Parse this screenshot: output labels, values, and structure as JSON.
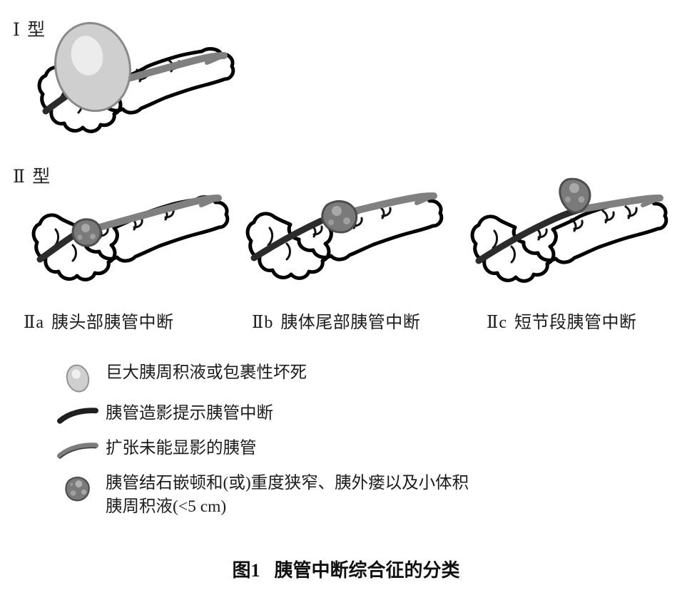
{
  "figure": {
    "title_number": "图1",
    "title_text": "胰管中断综合征的分类",
    "type_1_label": "Ⅰ 型",
    "type_2_label": "Ⅱ 型"
  },
  "panels": [
    {
      "id": "type1",
      "caption": "",
      "roman": "Ⅰ",
      "feature": "巨大胰周积液或包裹性坏死"
    },
    {
      "id": "type2a",
      "roman": "Ⅱa",
      "caption": "胰头部胰管中断"
    },
    {
      "id": "type2b",
      "roman": "Ⅱb",
      "caption": "胰体尾部胰管中断"
    },
    {
      "id": "type2c",
      "roman": "Ⅱc",
      "caption": "短节段胰管中断"
    }
  ],
  "legend": [
    {
      "icon": "large-fluid-collection-ellipse-icon",
      "label": "巨大胰周积液或包裹性坏死"
    },
    {
      "icon": "opacified-duct-black-line-icon",
      "label": "胰管造影提示胰管中断"
    },
    {
      "icon": "nonopacified-duct-gray-line-icon",
      "label": "扩张未能显影的胰管"
    },
    {
      "icon": "stone-stricture-nodule-icon",
      "label": "胰管结石嵌顿和(或)重度狭窄、胰外瘘以及小体积\n胰周积液(<5 cm)"
    }
  ],
  "colors": {
    "outline": "#000000",
    "organ_fill": "#ffffff",
    "duct_opacified": "#2b2b2b",
    "duct_nonopacified": "#808080",
    "cyst_fill": "#cfcfcf",
    "cyst_highlight": "#ececec",
    "stone_fill": "#7a7a7a",
    "stone_dark": "#4d4d4d",
    "text": "#1c1c1c"
  }
}
